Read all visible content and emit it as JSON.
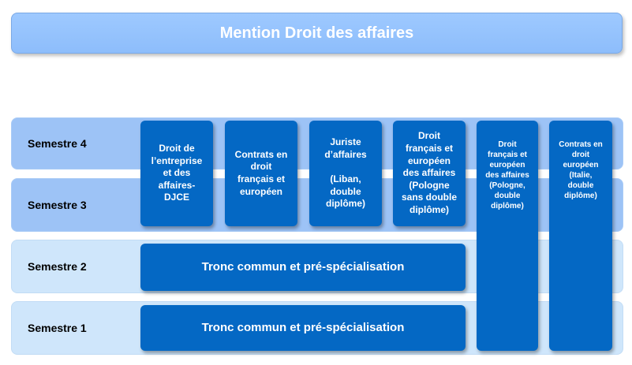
{
  "title": "Mention Droit des affaires",
  "semesters": [
    {
      "label": "Semestre 4"
    },
    {
      "label": "Semestre 3"
    },
    {
      "label": "Semestre 2"
    },
    {
      "label": "Semestre 1"
    }
  ],
  "tracks": [
    {
      "label": "Droit de\nl’entreprise\net des\naffaires-\nDJCE"
    },
    {
      "label": "Contrats en\ndroit\nfrançais et\neuropéen"
    },
    {
      "label": "Juriste\nd’affaires\n\n(Liban,\ndouble\ndiplôme)"
    },
    {
      "label": "Droit\nfrançais et\neuropéen\ndes affaires\n(Pologne\nsans double\ndiplôme)"
    },
    {
      "label": "Droit\nfrançais et\neuropéen\ndes affaires\n(Pologne,\ndouble\ndiplôme)"
    },
    {
      "label": "Contrats en\ndroit\neuropéen\n(Italie,\ndouble\ndiplôme)"
    }
  ],
  "common": [
    {
      "label": "Tronc commun et pré-spécialisation"
    },
    {
      "label": "Tronc commun et pré-spécialisation"
    }
  ]
}
